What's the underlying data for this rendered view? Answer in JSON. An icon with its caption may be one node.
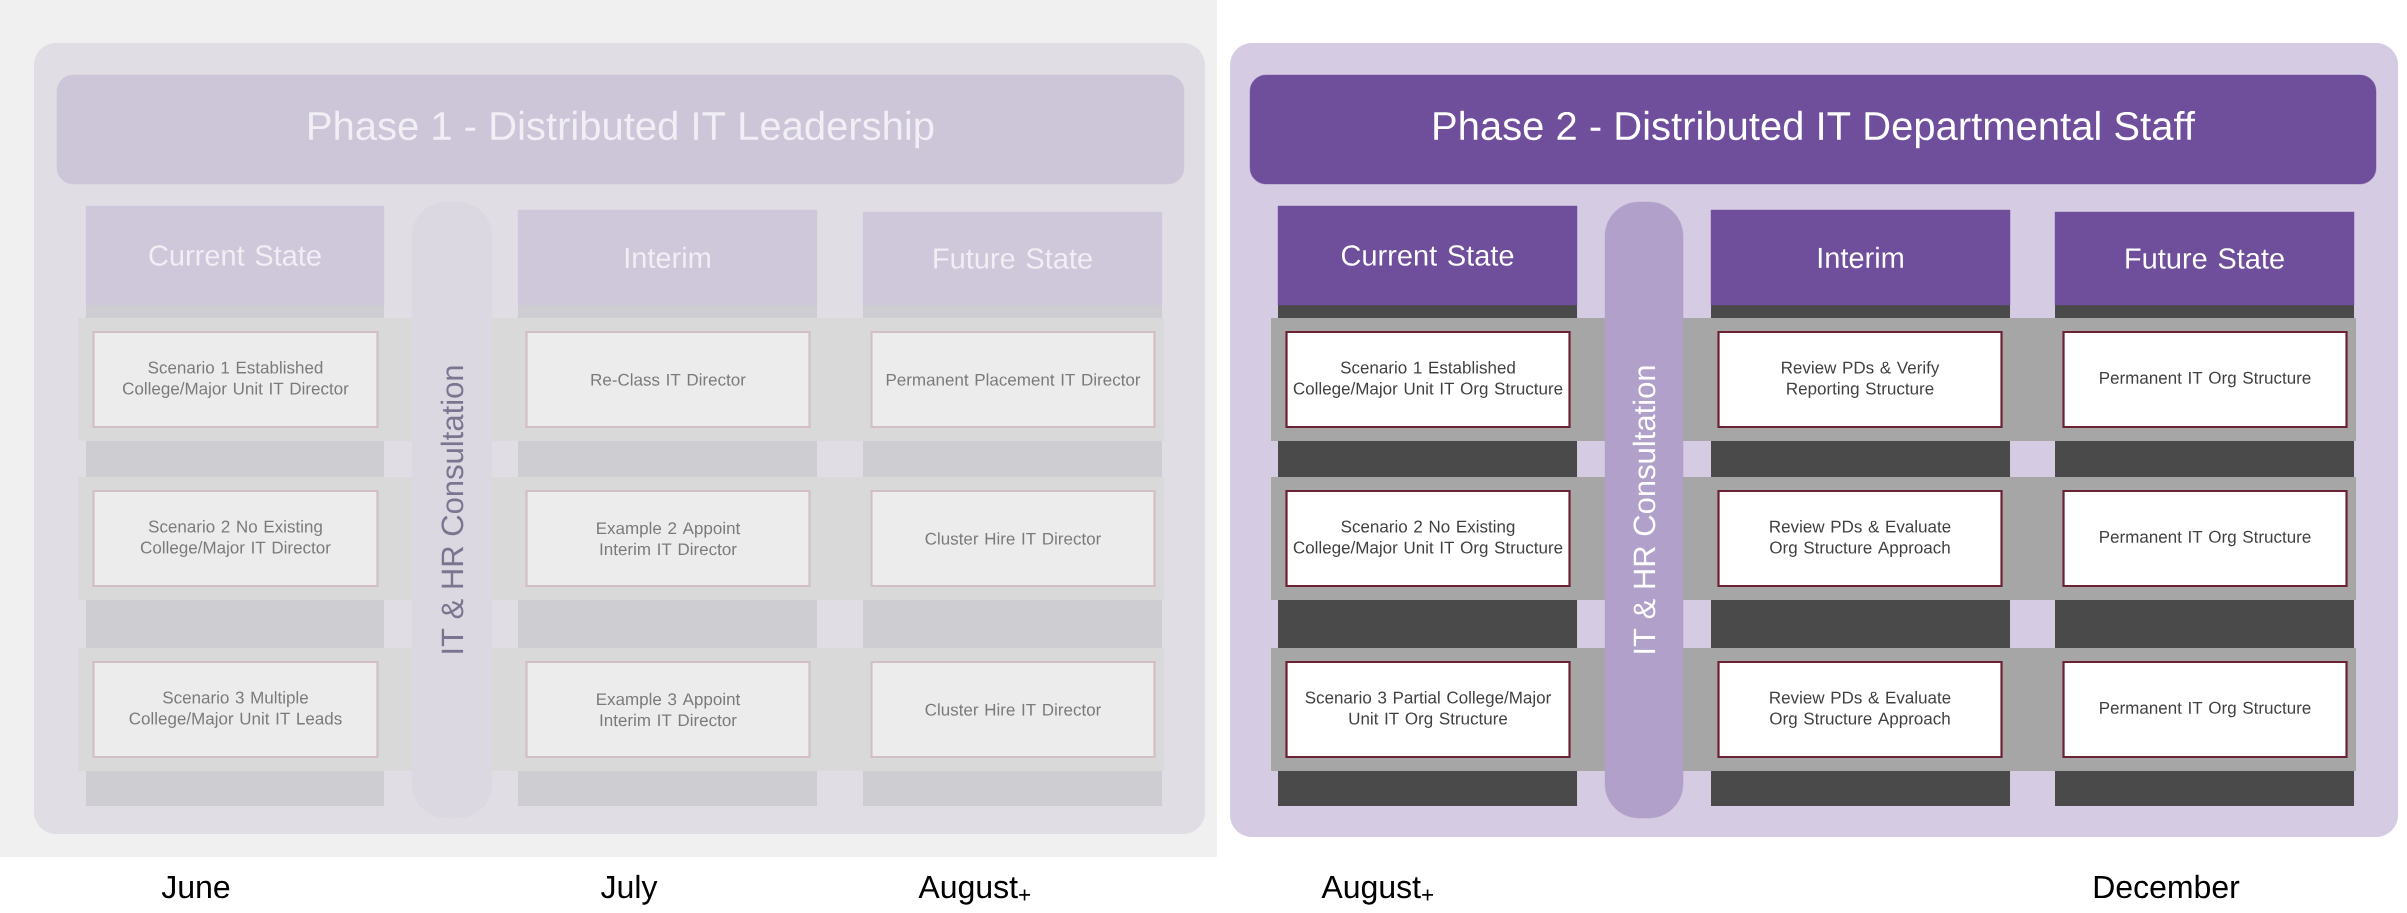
{
  "diagram": {
    "nodes": [
      {
        "text": [
          "Phase 1 - Distributed IT Leadership"
        ]
      },
      {
        "text": [
          "Current State"
        ]
      },
      {
        "text": [
          "IT & HR Consultation"
        ]
      },
      {
        "text": [
          "Interim"
        ]
      },
      {
        "text": [
          "Future State"
        ]
      },
      {
        "text": [
          "Scenario 1 Established College/Major Unit IT Director"
        ]
      },
      {
        "text": [
          "Re-Class IT Director"
        ]
      },
      {
        "text": [
          "Permanent Placement IT Director"
        ]
      },
      {
        "text": [
          "Scenario 2 No Existing College/Major IT Director"
        ]
      },
      {
        "text": [
          "Example 2 Appoint Interim IT Director"
        ]
      },
      {
        "text": [
          "Cluster Hire IT Director"
        ]
      },
      {
        "text": [
          "Scenario 3 Multiple College/Major Unit IT Leads"
        ]
      },
      {
        "text": [
          "Example 3 Appoint Interim IT Director"
        ]
      },
      {
        "text": [
          "Cluster Hire IT Director"
        ]
      },
      {
        "text": [
          "Phase 2 - Distributed IT Departmental Staff"
        ]
      },
      {
        "text": [
          "Current State"
        ]
      },
      {
        "text": [
          "IT & HR Consultation"
        ]
      },
      {
        "text": [
          "Interim"
        ]
      },
      {
        "text": [
          "Future State"
        ]
      },
      {
        "text": [
          "Scenario 1 Established College/Major Unit IT Org Structure"
        ]
      },
      {
        "text": [
          "Review PDs & Verify Reporting Structure"
        ]
      },
      {
        "text": [
          "Permanent IT Org Structure"
        ]
      },
      {
        "text": [
          "Scenario 2 No Existing College/Major Unit IT Org Structure"
        ]
      },
      {
        "text": [
          "Review PDs & Evaluate Org Structure Approach"
        ]
      },
      {
        "text": [
          "Permanent IT Org Structure"
        ]
      },
      {
        "text": [
          "Scenario 3 Partial College/Major Unit IT Org Structure"
        ]
      },
      {
        "text": [
          "Review PDs & Evaluate Org Structure Approach"
        ]
      },
      {
        "text": [
          "Permanent IT Org Structure"
        ]
      }
    ],
    "labels": [
      "June",
      "July",
      "August$_{+}$",
      "August$_{+}$",
      "December"
    ]
  }
}
